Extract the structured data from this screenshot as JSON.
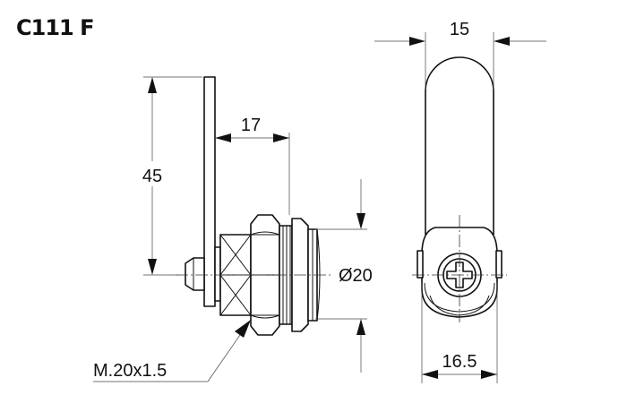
{
  "title": "C111 F",
  "dimensions": {
    "cam_height": "45",
    "cam_offset": "17",
    "cylinder_diameter": "Ø20",
    "thread": "M.20x1.5",
    "cam_width": "15",
    "body_width": "16.5"
  },
  "colors": {
    "line": "#111111",
    "background": "#ffffff"
  }
}
